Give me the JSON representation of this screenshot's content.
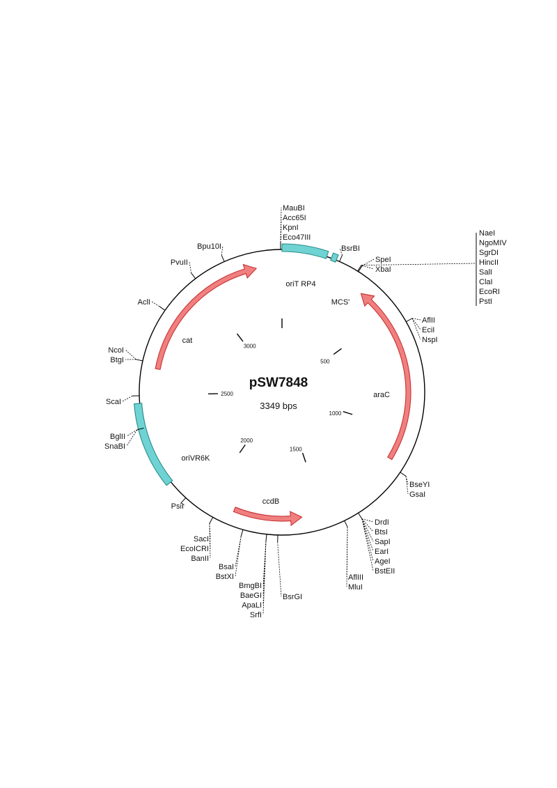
{
  "plasmid": {
    "name": "pSW7848",
    "length_label": "3349 bps",
    "length": 3349
  },
  "colors": {
    "backbone": "#000000",
    "arrow_fill": "#f08080",
    "arrow_stroke": "#c83030",
    "box_fill": "#6fd3d3",
    "box_stroke": "#2a8a8a"
  },
  "scale_ticks": [
    {
      "pos": 0,
      "label": ""
    },
    {
      "pos": 500,
      "label": "500"
    },
    {
      "pos": 1000,
      "label": "1000"
    },
    {
      "pos": 1500,
      "label": "1500"
    },
    {
      "pos": 2000,
      "label": "2000"
    },
    {
      "pos": 2500,
      "label": "2500"
    },
    {
      "pos": 3000,
      "label": "3000"
    }
  ],
  "features": [
    {
      "name": "oriT RP4",
      "kind": "box",
      "start": 0,
      "end": 170
    },
    {
      "name": "MCS'",
      "kind": "box",
      "start": 188,
      "end": 208
    },
    {
      "name": "araC",
      "kind": "arrow",
      "direction": "reverse",
      "start": 360,
      "end": 1130
    },
    {
      "name": "ccdB",
      "kind": "arrow",
      "direction": "reverse",
      "start": 1590,
      "end": 1880
    },
    {
      "name": "oriVR6K",
      "kind": "box",
      "start": 2150,
      "end": 2470
    },
    {
      "name": "cat",
      "kind": "arrow",
      "direction": "forward",
      "start": 2610,
      "end": 3240
    }
  ],
  "site_groups": [
    {
      "sites": [
        "MauBI",
        "Acc65I",
        "KpnI",
        "Eco47III"
      ]
    },
    {
      "sites": [
        "BsrBI"
      ]
    },
    {
      "sites": [
        "SpeI",
        "XbaI"
      ]
    },
    {
      "sites": [
        "NaeI",
        "NgoMIV",
        "SgrDI",
        "HincII",
        "SalI",
        "ClaI",
        "EcoRI",
        "PstI"
      ]
    },
    {
      "sites": [
        "AflII",
        "EciI",
        "NspI"
      ]
    },
    {
      "sites": [
        "BseYI",
        "GsaI"
      ]
    },
    {
      "sites": [
        "DrdI",
        "BtsI",
        "SapI",
        "EarI",
        "AgeI",
        "BstEII"
      ]
    },
    {
      "sites": [
        "AflIII",
        "MluI"
      ]
    },
    {
      "sites": [
        "BsrGI"
      ]
    },
    {
      "sites": [
        "BmgBI",
        "BaeGI",
        "ApaLI",
        "SrfI"
      ]
    },
    {
      "sites": [
        "BsaI",
        "BstXI"
      ]
    },
    {
      "sites": [
        "SacI",
        "EcoICRI",
        "BanII"
      ]
    },
    {
      "sites": [
        "PsiI"
      ]
    },
    {
      "sites": [
        "BglII",
        "SnaBI"
      ]
    },
    {
      "sites": [
        "ScaI"
      ]
    },
    {
      "sites": [
        "NcoI",
        "BtgI"
      ]
    },
    {
      "sites": [
        "AclI"
      ]
    },
    {
      "sites": [
        "PvuII"
      ]
    },
    {
      "sites": [
        "Bpu10I"
      ]
    }
  ]
}
